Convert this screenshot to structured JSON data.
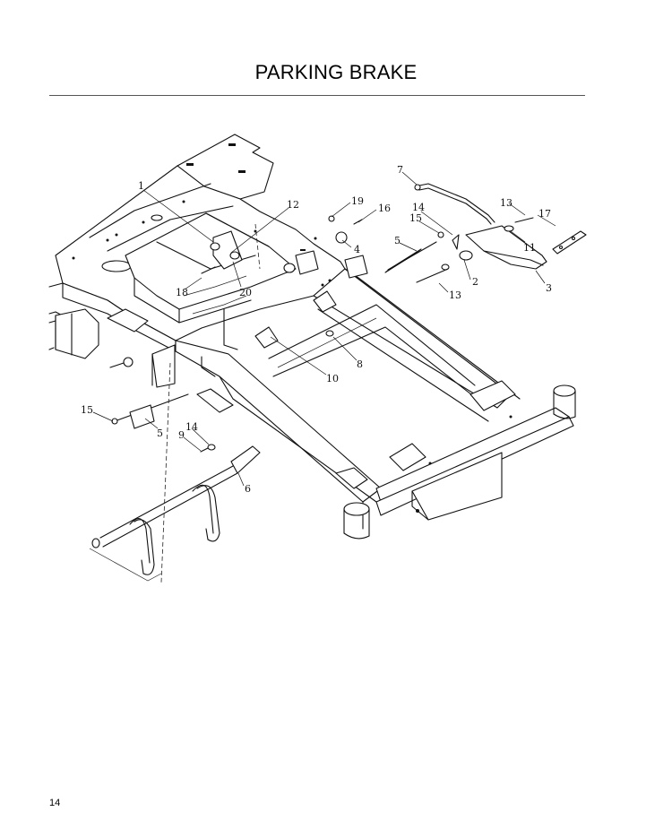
{
  "header": {
    "title": "PARKING BRAKE"
  },
  "callouts": [
    "1",
    "12",
    "19",
    "16",
    "7",
    "13",
    "14",
    "15",
    "17",
    "11",
    "5",
    "4",
    "2",
    "3",
    "18",
    "20",
    "13",
    "8",
    "10",
    "15",
    "5",
    "14",
    "9",
    "6"
  ],
  "footer": {
    "page_number": "14"
  }
}
